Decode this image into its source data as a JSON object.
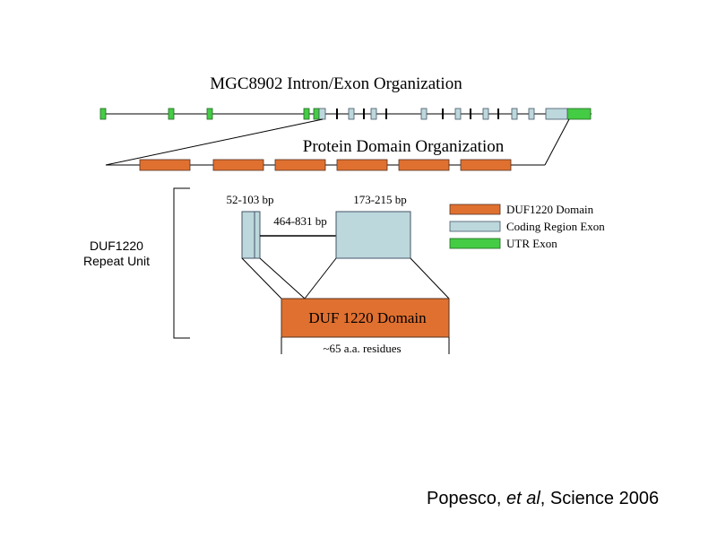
{
  "title": "MGC8902 Intron/Exon Organization",
  "protein_title": "Protein Domain Organization",
  "repeat_unit_label": [
    "DUF1220",
    "Repeat Unit"
  ],
  "detail": {
    "small_exon_size": "52-103 bp",
    "intron_size": "464-831 bp",
    "large_exon_size": "173-215 bp",
    "domain_label": "DUF 1220 Domain",
    "residues_label": "~65 a.a. residues"
  },
  "legend": [
    {
      "label": "DUF1220 Domain",
      "color": "#e07030",
      "icon": "duf1220-swatch"
    },
    {
      "label": "Coding Region Exon",
      "color": "#bcd8dc",
      "icon": "coding-exon-swatch"
    },
    {
      "label": "UTR Exon",
      "color": "#44cc44",
      "icon": "utr-exon-swatch"
    }
  ],
  "citation": {
    "authors": "Popesco, ",
    "etal": "et al",
    "rest": ", Science 2006"
  },
  "colors": {
    "duf": "#e07030",
    "coding": "#bcd8dc",
    "utr": "#44cc44",
    "line": "#000000"
  }
}
